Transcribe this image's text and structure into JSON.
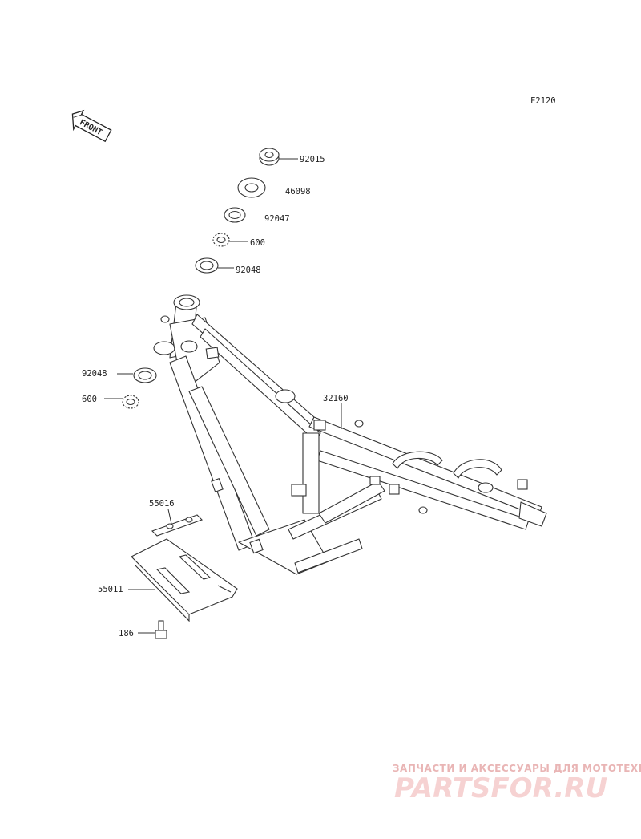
{
  "figure_code": "F2120",
  "front_badge": "FRONT",
  "parts": [
    {
      "id": "92015"
    },
    {
      "id": "46098"
    },
    {
      "id": "92047"
    },
    {
      "id": "600"
    },
    {
      "id": "92048"
    },
    {
      "id": "92048"
    },
    {
      "id": "600"
    },
    {
      "id": "32160"
    },
    {
      "id": "55016"
    },
    {
      "id": "55011"
    },
    {
      "id": "186"
    }
  ],
  "watermark": {
    "tagline": "ЗАПЧАСТИ И АКСЕССУАРЫ ДЛЯ МОТОТЕХНИКИ",
    "logo": "PARTSFOR.RU"
  }
}
